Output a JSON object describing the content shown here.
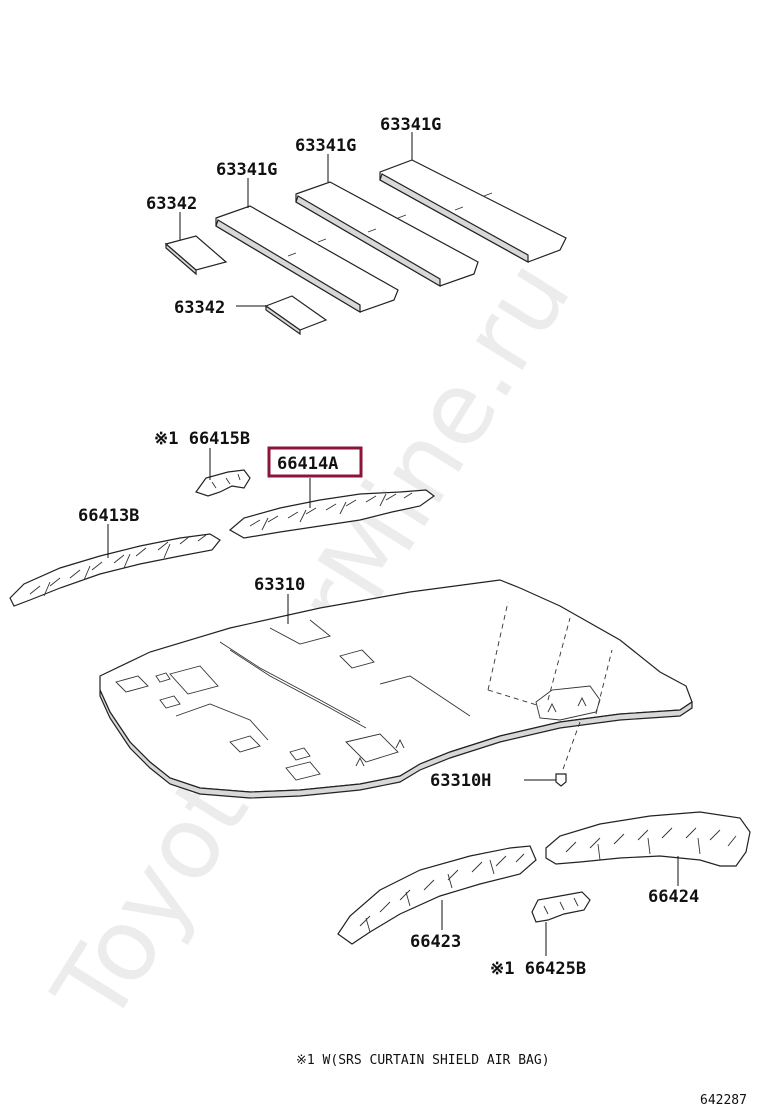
{
  "watermark": "ToyotaCarMine.ru",
  "labels": {
    "p63341g_a": "63341G",
    "p63341g_b": "63341G",
    "p63341g_c": "63341G",
    "p63342_a": "63342",
    "p63342_b": "63342",
    "p66415b": "※1 66415B",
    "p66414a": "66414A",
    "p66413b": "66413B",
    "p63310": "63310",
    "p63310h": "63310H",
    "p66424": "66424",
    "p66423": "66423",
    "p66425b": "※1 66425B"
  },
  "footnote": "※1 W(SRS CURTAIN SHIELD AIR BAG)",
  "diagram_id": "642287",
  "highlight_color": "#8b1538"
}
